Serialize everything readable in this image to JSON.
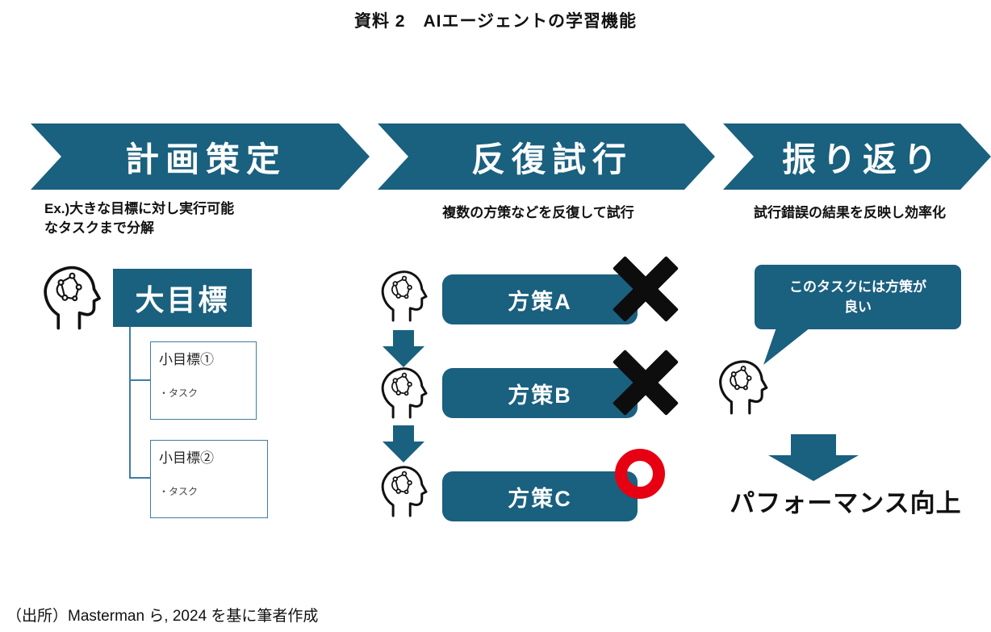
{
  "title": "資料 2　AIエージェントの学習機能",
  "phases": [
    {
      "label": "計画策定",
      "caption": "Ex.)大きな目標に対し実行可能\nなタスクまで分解"
    },
    {
      "label": "反復試行",
      "caption": "複数の方策などを反復して試行"
    },
    {
      "label": "振り返り",
      "caption": "試行錯誤の結果を反映し効率化"
    }
  ],
  "planning": {
    "goal_label": "大目標",
    "subgoals": [
      {
        "title": "小目標①",
        "task": "・タスク"
      },
      {
        "title": "小目標②",
        "task": "・タスク"
      }
    ]
  },
  "trials": {
    "items": [
      {
        "label": "方策A",
        "result": "fail"
      },
      {
        "label": "方策B",
        "result": "fail"
      },
      {
        "label": "方策C",
        "result": "success"
      }
    ]
  },
  "reflection": {
    "bubble_text": "このタスクには方策が\n良い",
    "outcome_label": "パフォーマンス向上"
  },
  "source": "（出所）Masterman ら, 2024 を基に筆者作成",
  "icons": {
    "ai_head": "head-profile-with-circuit-brain",
    "fail_mark": "bold-black-cross",
    "success_mark": "red-circle-ring",
    "flow_arrow": "block-arrow-down"
  },
  "colors": {
    "teal": "#1a607f",
    "line_blue": "#3e7ca6",
    "fail_black": "#0d0d0d",
    "success_red": "#e60012"
  }
}
